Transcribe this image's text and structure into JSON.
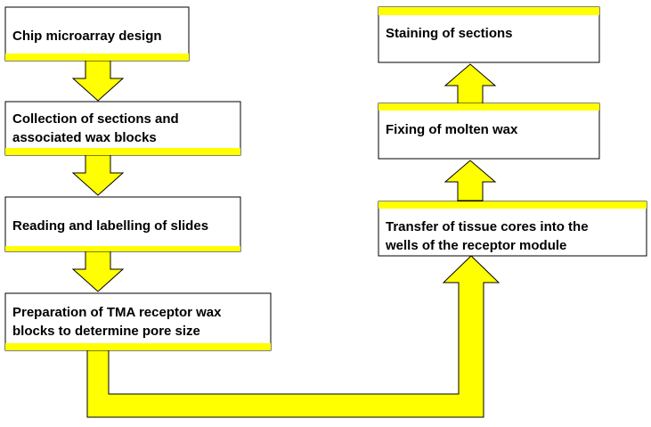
{
  "colors": {
    "arrow_fill": "#FFFF00",
    "arrow_stroke": "#000000",
    "box_border": "#000000",
    "box_background": "#FFFFFF",
    "accent_bar": "#FFFF00",
    "text": "#000000"
  },
  "steps": {
    "chip_design": {
      "lines": [
        "Chip microarray design"
      ]
    },
    "collection": {
      "lines": [
        "Collection of sections and",
        "associated wax blocks"
      ]
    },
    "reading": {
      "lines": [
        "Reading and labelling of slides"
      ]
    },
    "preparation": {
      "lines": [
        "Preparation of TMA receptor wax",
        "blocks to determine pore size"
      ]
    },
    "transfer": {
      "lines": [
        "Transfer of tissue cores into the",
        "wells of the receptor module"
      ]
    },
    "fixing": {
      "lines": [
        "Fixing of molten wax"
      ]
    },
    "staining": {
      "lines": [
        "Staining of sections"
      ]
    }
  }
}
